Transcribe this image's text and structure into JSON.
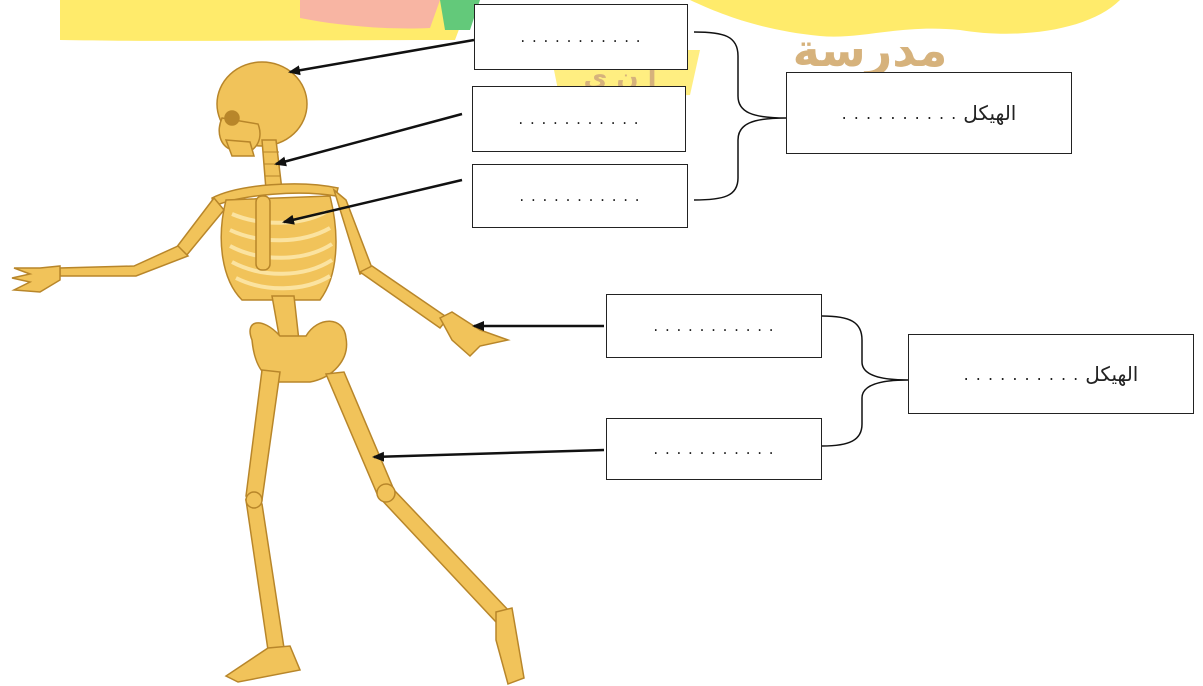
{
  "colors": {
    "background": "#ffffff",
    "bone_fill": "#f1c35a",
    "bone_stroke": "#b8862a",
    "bone_light": "#fbe3a0",
    "watermark_yellow": "#ffeb6b",
    "watermark_pink": "#f5a3b5",
    "watermark_green": "#63c97a",
    "watermark_text": "#d6b27c",
    "line": "#111111"
  },
  "icons": {
    "skeleton": "human-skeleton-illustration",
    "arrow": "left-pointing-arrow",
    "brace": "curly-brace-right"
  },
  "watermark": {
    "text_line_1": "مدرسة",
    "text_line_2": "أ ن ي"
  },
  "answer_boxes": [
    {
      "id": "skull",
      "text": ". . . . . . . . . . ."
    },
    {
      "id": "spine",
      "text": ". . . . . . . . . . ."
    },
    {
      "id": "ribcage",
      "text": ". . . . . . . . . . ."
    },
    {
      "id": "hand",
      "text": ". . . . . . . . . . ."
    },
    {
      "id": "leg",
      "text": ". . . . . . . . . . ."
    }
  ],
  "groups": [
    {
      "id": "axial",
      "label": "الهيكل",
      "dots": ". . . . . . . . . ."
    },
    {
      "id": "appendicular",
      "label": "الهيكل",
      "dots": ". . . . . . . . . ."
    }
  ]
}
